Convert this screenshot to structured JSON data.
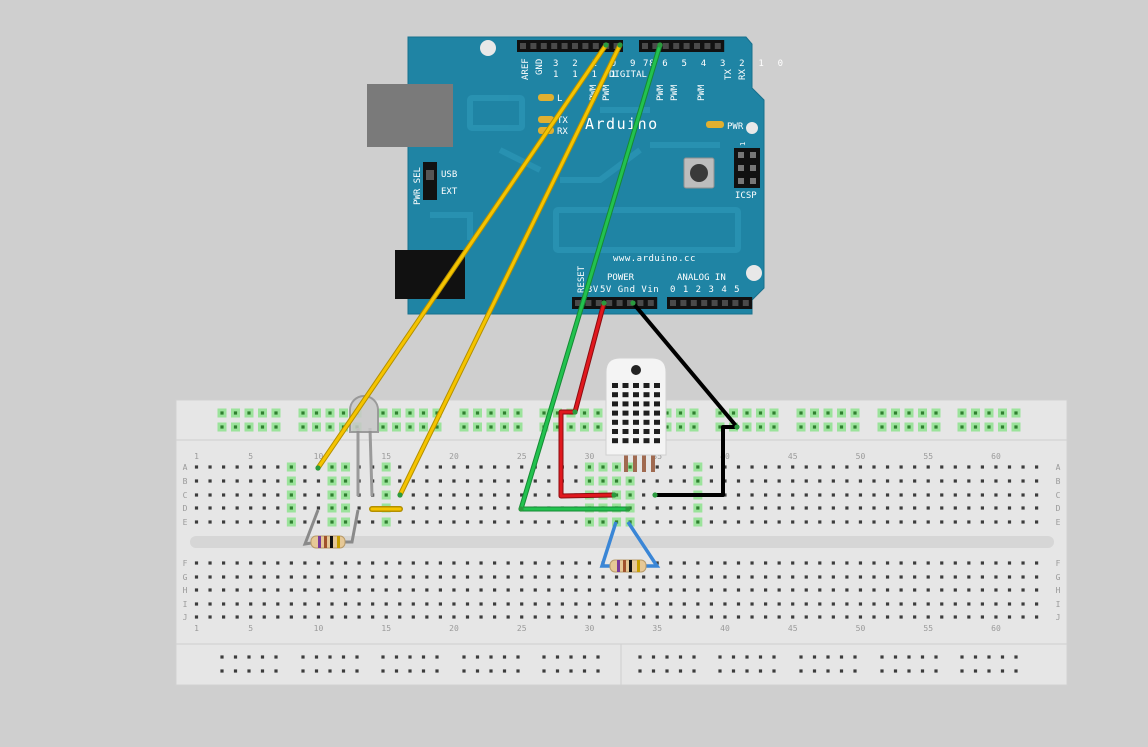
{
  "arduino": {
    "brand": "Arduino",
    "url": "www.arduino.cc",
    "label_aref": "AREF",
    "label_gnd": "GND",
    "label_digital": "DIGITAL",
    "label_pwm": "PWM",
    "label_l": "L",
    "label_tx": "TX",
    "label_rx": "RX",
    "label_pwr": "PWR",
    "label_pwr_sel": "PWR SEL",
    "label_usb": "USB",
    "label_ext": "EXT",
    "label_icsp": "ICSP",
    "label_icsp_pin": "1",
    "label_reset": "RESET",
    "label_power": "POWER",
    "label_analog_in": "ANALOG IN",
    "power_pins": "5V Gnd Vin",
    "power_pin_prefix": "3V",
    "analog_pins": "0 1 2 3 4 5",
    "digital_high_ones": "1 1 1 1",
    "digital_high_digits": "3 2 1 0 9 8",
    "digital_low": "7 6 5 4 3 2 1 0",
    "label_txrx_vertical_tx": "TX",
    "label_txrx_vertical_rx": "RX"
  },
  "breadboard": {
    "row_labels": [
      "A",
      "B",
      "C",
      "D",
      "E",
      "F",
      "G",
      "H",
      "I",
      "J"
    ],
    "column_numbers": [
      "1",
      "5",
      "10",
      "15",
      "20",
      "25",
      "30",
      "35",
      "40",
      "45",
      "50",
      "55",
      "60"
    ]
  },
  "colors": {
    "board_blue": "#1f84a4",
    "wire_yellow": "#f5c400",
    "wire_green": "#22b84a",
    "wire_red": "#d0151b",
    "wire_black": "#1a1a1a",
    "wire_blue": "#3a86d6",
    "breadboard": "#e8e8e8"
  }
}
